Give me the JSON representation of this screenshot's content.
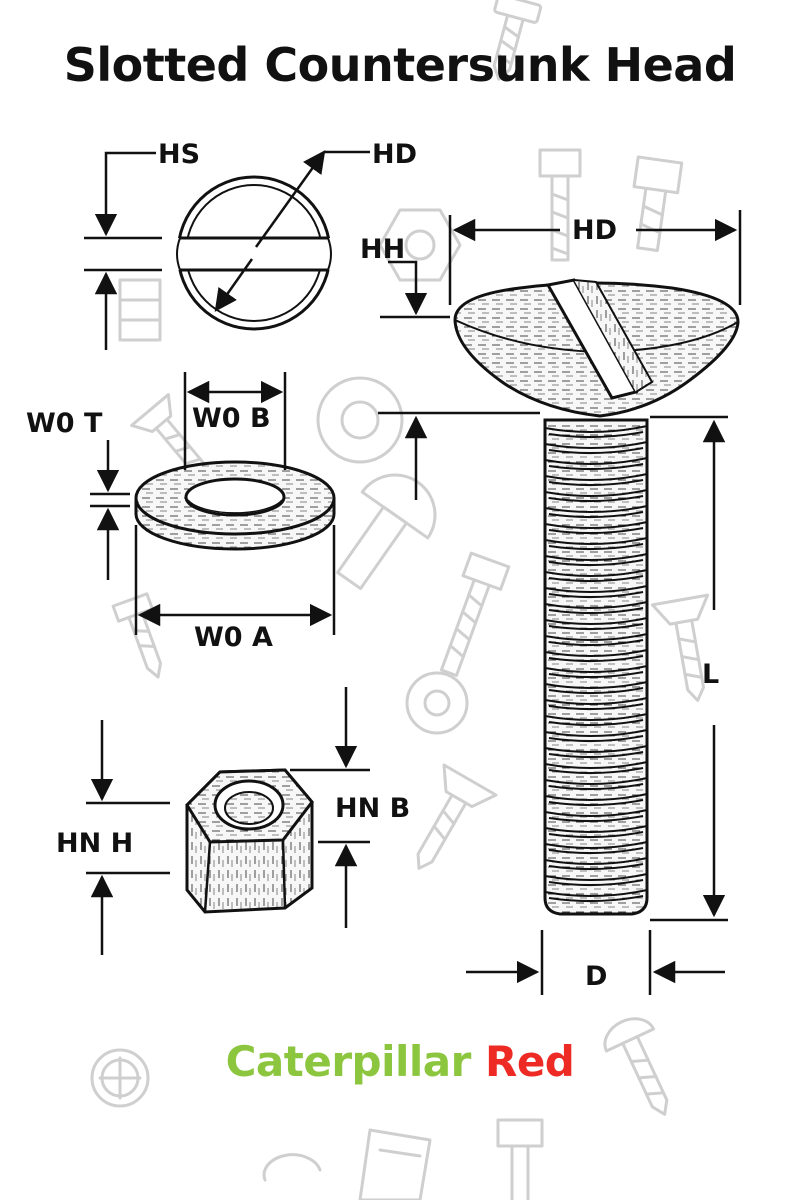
{
  "title": "Slotted Countersunk Head",
  "labels": {
    "hs": "HS",
    "hd_top": "HD",
    "hd_bolt": "HD",
    "hh": "HH",
    "w0t": "W0 T",
    "w0b": "W0 B",
    "w0a": "W0 A",
    "hnh": "HN H",
    "hnb": "HN B",
    "l": "L",
    "d": "D"
  },
  "brand": {
    "word1": "Caterpillar",
    "word2": "Red"
  },
  "colors": {
    "ink": "#111111",
    "brand_green": "#8cc63f",
    "brand_red": "#ee2a24",
    "watermark": "#cfcfcf",
    "part_fill": "#f7f7f7"
  },
  "icons": [
    "hex-bolt-watermark-icon",
    "screw-watermark-icon",
    "nut-watermark-icon",
    "washer-watermark-icon",
    "rivet-watermark-icon"
  ]
}
